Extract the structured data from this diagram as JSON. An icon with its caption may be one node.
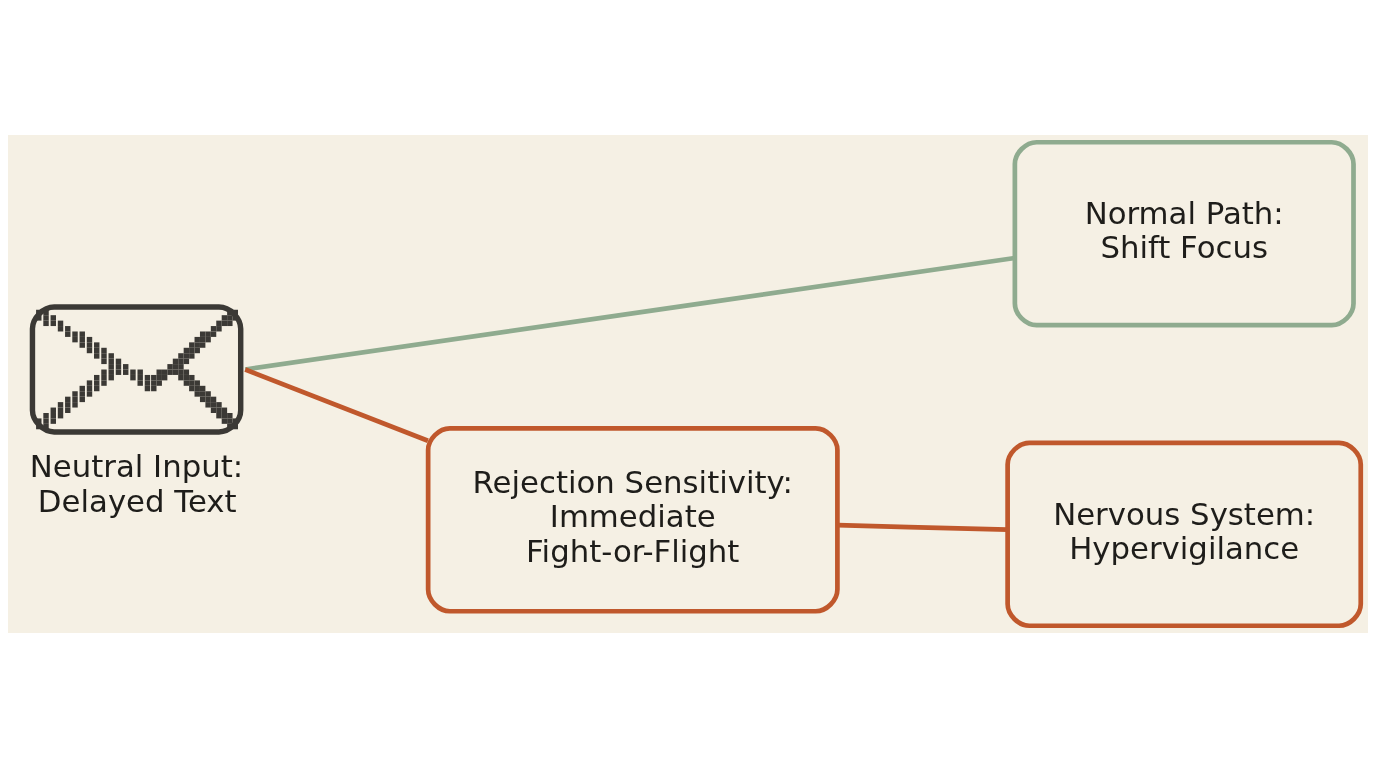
{
  "diagram": {
    "nodes": [
      {
        "text": [],
        "shape": "picture",
        "beside": [
          "Neutral Input: Delayed Text"
        ]
      },
      {
        "text": [
          "Normal Path: Shift Focus"
        ]
      },
      {
        "text": [
          "Rejection Sensitivity: Immediate Fight-or-Flight"
        ]
      },
      {
        "text": [
          "Nervous System: Hypervigilance"
        ]
      }
    ],
    "edges": [
      {
        "from": 0,
        "to": 1,
        "arrow": "none",
        "color": "#8fab8f"
      },
      {
        "from": 0,
        "to": 2,
        "arrow": "none",
        "color": "#c0582c"
      },
      {
        "from": 2,
        "to": 3,
        "arrow": "none",
        "color": "#c0582c"
      }
    ]
  }
}
